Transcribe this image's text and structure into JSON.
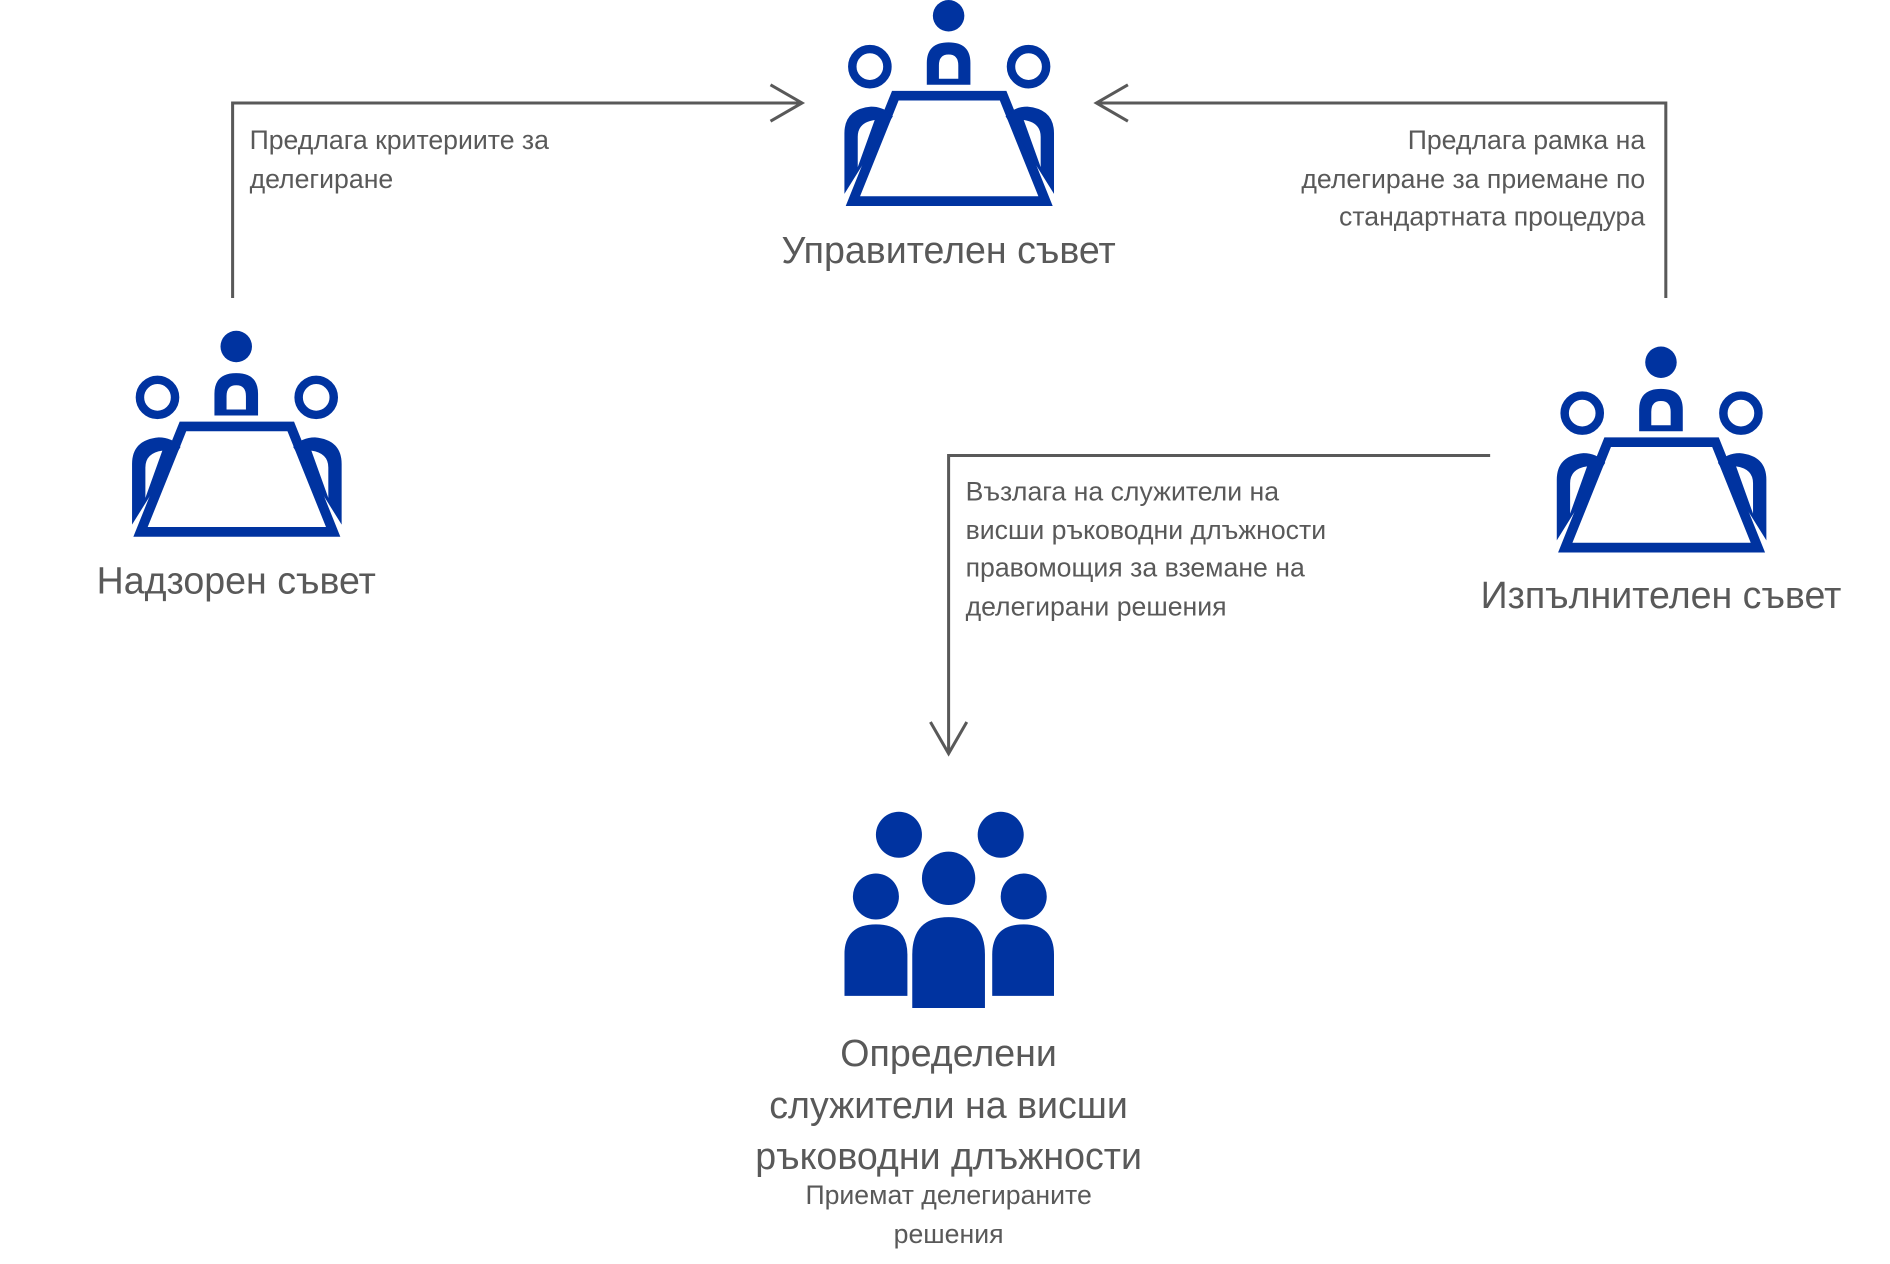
{
  "nodes": {
    "management_board": {
      "label": "Управителен съвет"
    },
    "supervisory_board": {
      "label": "Надзорен съвет"
    },
    "executive_board": {
      "label": "Изпълнителен съвет"
    },
    "senior_staff": {
      "label_lines": [
        "Определени",
        "служители на висши",
        "ръководни длъжности"
      ],
      "sub_lines": [
        "Приемат делегираните",
        "решения"
      ]
    }
  },
  "edges": {
    "supervisory_to_management": {
      "lines": [
        "Предлага критериите за",
        "делегиране"
      ]
    },
    "executive_to_management": {
      "lines": [
        "Предлага рамка на",
        "делегиране за приемане по",
        "стандартната процедура"
      ]
    },
    "executive_to_staff": {
      "lines": [
        "Възлага на служители на",
        "висши ръководни длъжности",
        "правомощия за вземане на",
        "делегирани решения"
      ]
    }
  },
  "colors": {
    "icon": "#0033a0",
    "text": "#595959",
    "line": "#595959"
  }
}
